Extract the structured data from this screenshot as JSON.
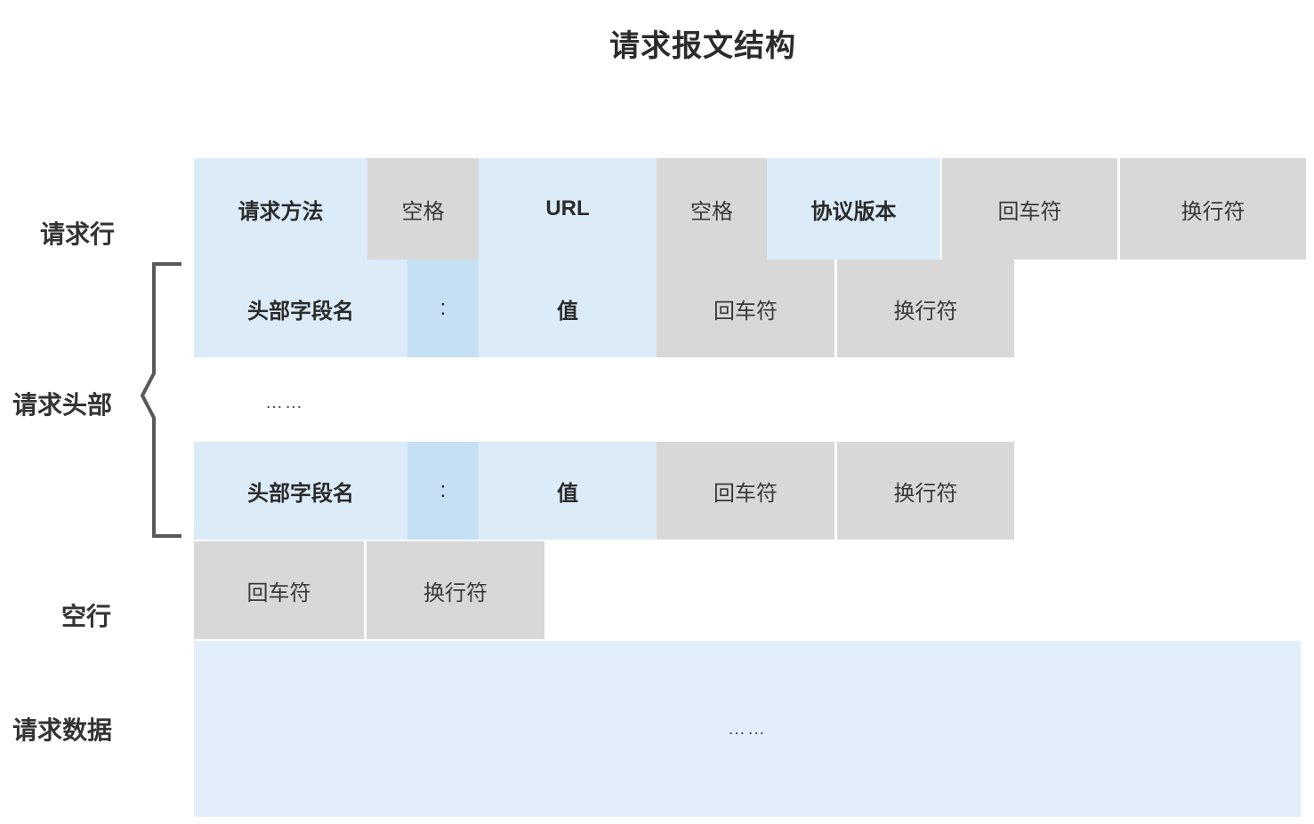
{
  "title": "请求报文结构",
  "side_labels": {
    "request_line": "请求行",
    "request_header": "请求头部",
    "empty_line": "空行",
    "request_data": "请求数据"
  },
  "request_line_row": {
    "method": "请求方法",
    "space1": "空格",
    "url": "URL",
    "space2": "空格",
    "protocol_version": "协议版本",
    "cr": "回车符",
    "lf": "换行符"
  },
  "header_row": {
    "field_name": "头部字段名",
    "colon": ":",
    "value": "值",
    "cr": "回车符",
    "lf": "换行符"
  },
  "header_ellipsis": "……",
  "empty_line_row": {
    "cr": "回车符",
    "lf": "换行符"
  },
  "request_data_row": {
    "ellipsis": "……"
  },
  "colors": {
    "cell_light_blue": "#dcebf8",
    "cell_colon_blue": "#c5e0f2",
    "cell_gray": "#d8d8d8",
    "data_block_blue": "#e2eefa",
    "brace_stroke": "#58585a",
    "title_text": "#2b2b2b"
  }
}
